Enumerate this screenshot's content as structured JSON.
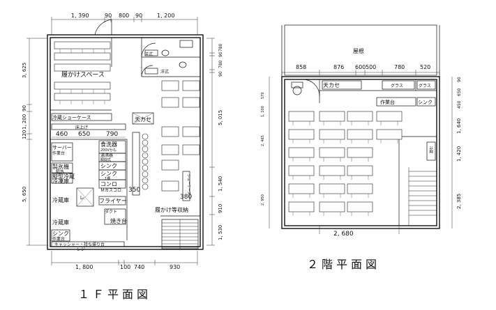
{
  "floor1": {
    "caption": "１Ｆ平面図",
    "top_dims": [
      "1, 390",
      "90",
      "800",
      "90",
      "1, 200"
    ],
    "bottom_dims": [
      "1, 800",
      "100",
      "740",
      "930"
    ],
    "left_dims": [
      "3, 625",
      "90",
      "1, 200",
      "120",
      "5, 650"
    ],
    "right_dims": [
      "780",
      "90",
      "780",
      "90",
      "5, 015",
      "1, 540",
      "910",
      "1, 530"
    ],
    "inner_dims": [
      "460",
      "650",
      "790",
      "350",
      "380"
    ],
    "labels": {
      "shoe_space": "履かけスペース",
      "showcase": "冷蔵ショーケース",
      "counter_under": "床上げ",
      "tenkase": "天カセ",
      "dishwasher": "食洗器",
      "dishwasher_spec": "200Vかも",
      "water_heater": "湯沸器",
      "water_heater_spec": "瞬間式",
      "sink1": "シンク",
      "sink2": "シンク",
      "sink_sub": "1槽",
      "stove": "コンロ",
      "fryer": "フライヤー",
      "griller": "焼き台",
      "server": "サーバー",
      "server_sub": "作業台",
      "ice_maker": "製氷機",
      "ice_maker_sub": "給水",
      "vertical_fridge": "縦型冷蔵",
      "vertical_fridge2": "冷凍庫",
      "fridge1": "冷蔵庫",
      "fridge2": "冷蔵庫",
      "sink3": "シンク",
      "sink3_sub": "作業台",
      "cashier": "キャッシャー・持ち帰り台",
      "register": "レジ",
      "toilet1": "洋式",
      "toilet2": "洋式",
      "gas_tap": "Ｍガスコロ",
      "shelf": "ダクト",
      "shoe_storage": "履かけ等収納",
      "seat_rail": "ショーケース",
      "ws_ref": "レ"
    }
  },
  "floor2": {
    "caption": "２階平面図",
    "roof": "屋根",
    "top_dims": [
      "858",
      "876",
      "600",
      "500",
      "780",
      "520"
    ],
    "bottom_dim": "2, 680",
    "left_dims": [
      "570",
      "1, 100",
      "2, 465",
      "2, 950"
    ],
    "right_dims": [
      "90",
      "650",
      "450",
      "1, 640",
      "1, 420",
      "2, 385"
    ],
    "labels": {
      "tenkase": "天カセ",
      "glass": "グラス",
      "glass2": "グラス",
      "prep": "作業台",
      "sink": "シンク",
      "fridge": "冷蔵"
    }
  }
}
